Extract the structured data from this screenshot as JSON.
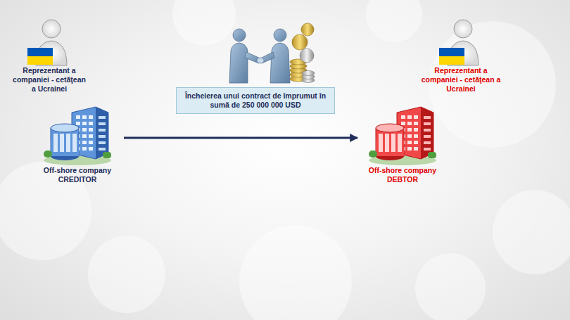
{
  "diagram": {
    "nodes": [
      {
        "text": [
          "Reprezentant a companiei - cetăţean a Ucrainei"
        ]
      },
      {
        "text": [
          "Off-shore company CREDITOR"
        ]
      },
      {
        "text": [
          "Încheierea unui contract de împrumut în sumă de 250 000 000 USD"
        ]
      },
      {
        "text": [
          "Reprezentant a companiei - cetăţean a Ucrainei"
        ]
      },
      {
        "text": [
          "Off-shore company DEBTOR"
        ]
      }
    ],
    "edges": [
      {
        "from": 1,
        "to": 4,
        "arrow": "to"
      }
    ]
  }
}
